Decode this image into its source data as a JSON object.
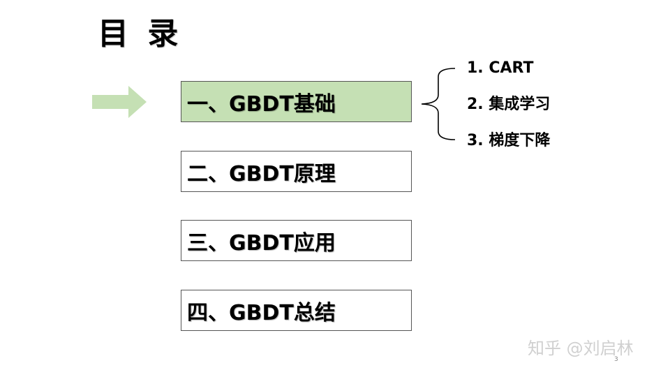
{
  "title": "目 录",
  "toc": {
    "items": [
      {
        "label": "一、GBDT基础",
        "active": true
      },
      {
        "label": "二、GBDT原理",
        "active": false
      },
      {
        "label": "三、GBDT应用",
        "active": false
      },
      {
        "label": "四、GBDT总结",
        "active": false
      }
    ],
    "active_color": "#c5e0b4"
  },
  "subtopics": [
    "1. CART",
    "2. 集成学习",
    "3. 梯度下降"
  ],
  "arrow": {
    "icon": "right-arrow-icon",
    "color": "#c5e0b4"
  },
  "page_number": "3",
  "watermark": "知乎 @刘启林"
}
